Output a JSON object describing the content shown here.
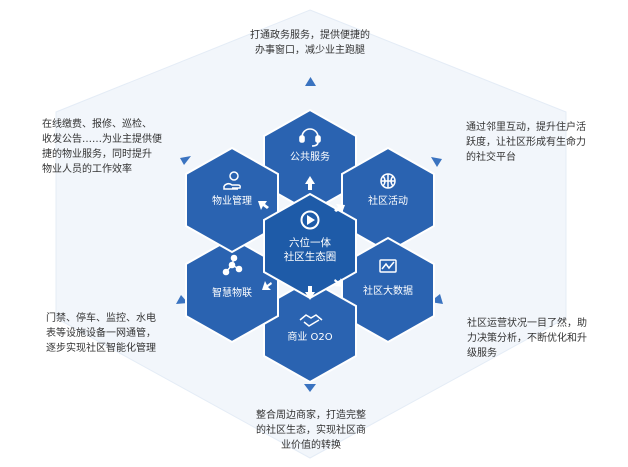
{
  "center": {
    "line1": "六位一体",
    "line2": "社区生态圈"
  },
  "hexes": {
    "public_service": "公共服务",
    "community_activity": "社区活动",
    "big_data": "社区大数据",
    "o2o": "商业 O2O",
    "iot": "智慧物联",
    "property": "物业管理"
  },
  "descriptions": {
    "top": "打通政务服务，提供便捷的\n办事窗口，减少业主跑腿",
    "top_right": "通过邻里互动，提升住户活\n跃度，让社区形成有生命力\n的社交平台",
    "bottom_right": "社区运营状况一目了然，助\n力决策分析，不断优化和升\n级服务",
    "bottom": "整合周边商家，打造完整\n的社区生态，实现社区商\n业价值的转换",
    "bottom_left": "门禁、停车、监控、水电\n表等设施设备一网通管，\n逐步实现社区智能化管理",
    "top_left": "在线缴费、报修、巡检、\n收发公告……为业主提供便\n捷的物业服务，同时提升\n物业人员的工作效率"
  },
  "colors": {
    "hex_fill": "#2a63b1",
    "center_fill": "#1e5ba8",
    "outline_fill": "#f2f6fb",
    "triangle": "#3a73c0",
    "desc_text": "#333333"
  },
  "icons": {
    "public_service": "headset-icon",
    "community_activity": "basketball-icon",
    "big_data": "chart-icon",
    "o2o": "handshake-icon",
    "iot": "network-icon",
    "property": "hand-coin-icon",
    "center": "play-logo-icon"
  }
}
